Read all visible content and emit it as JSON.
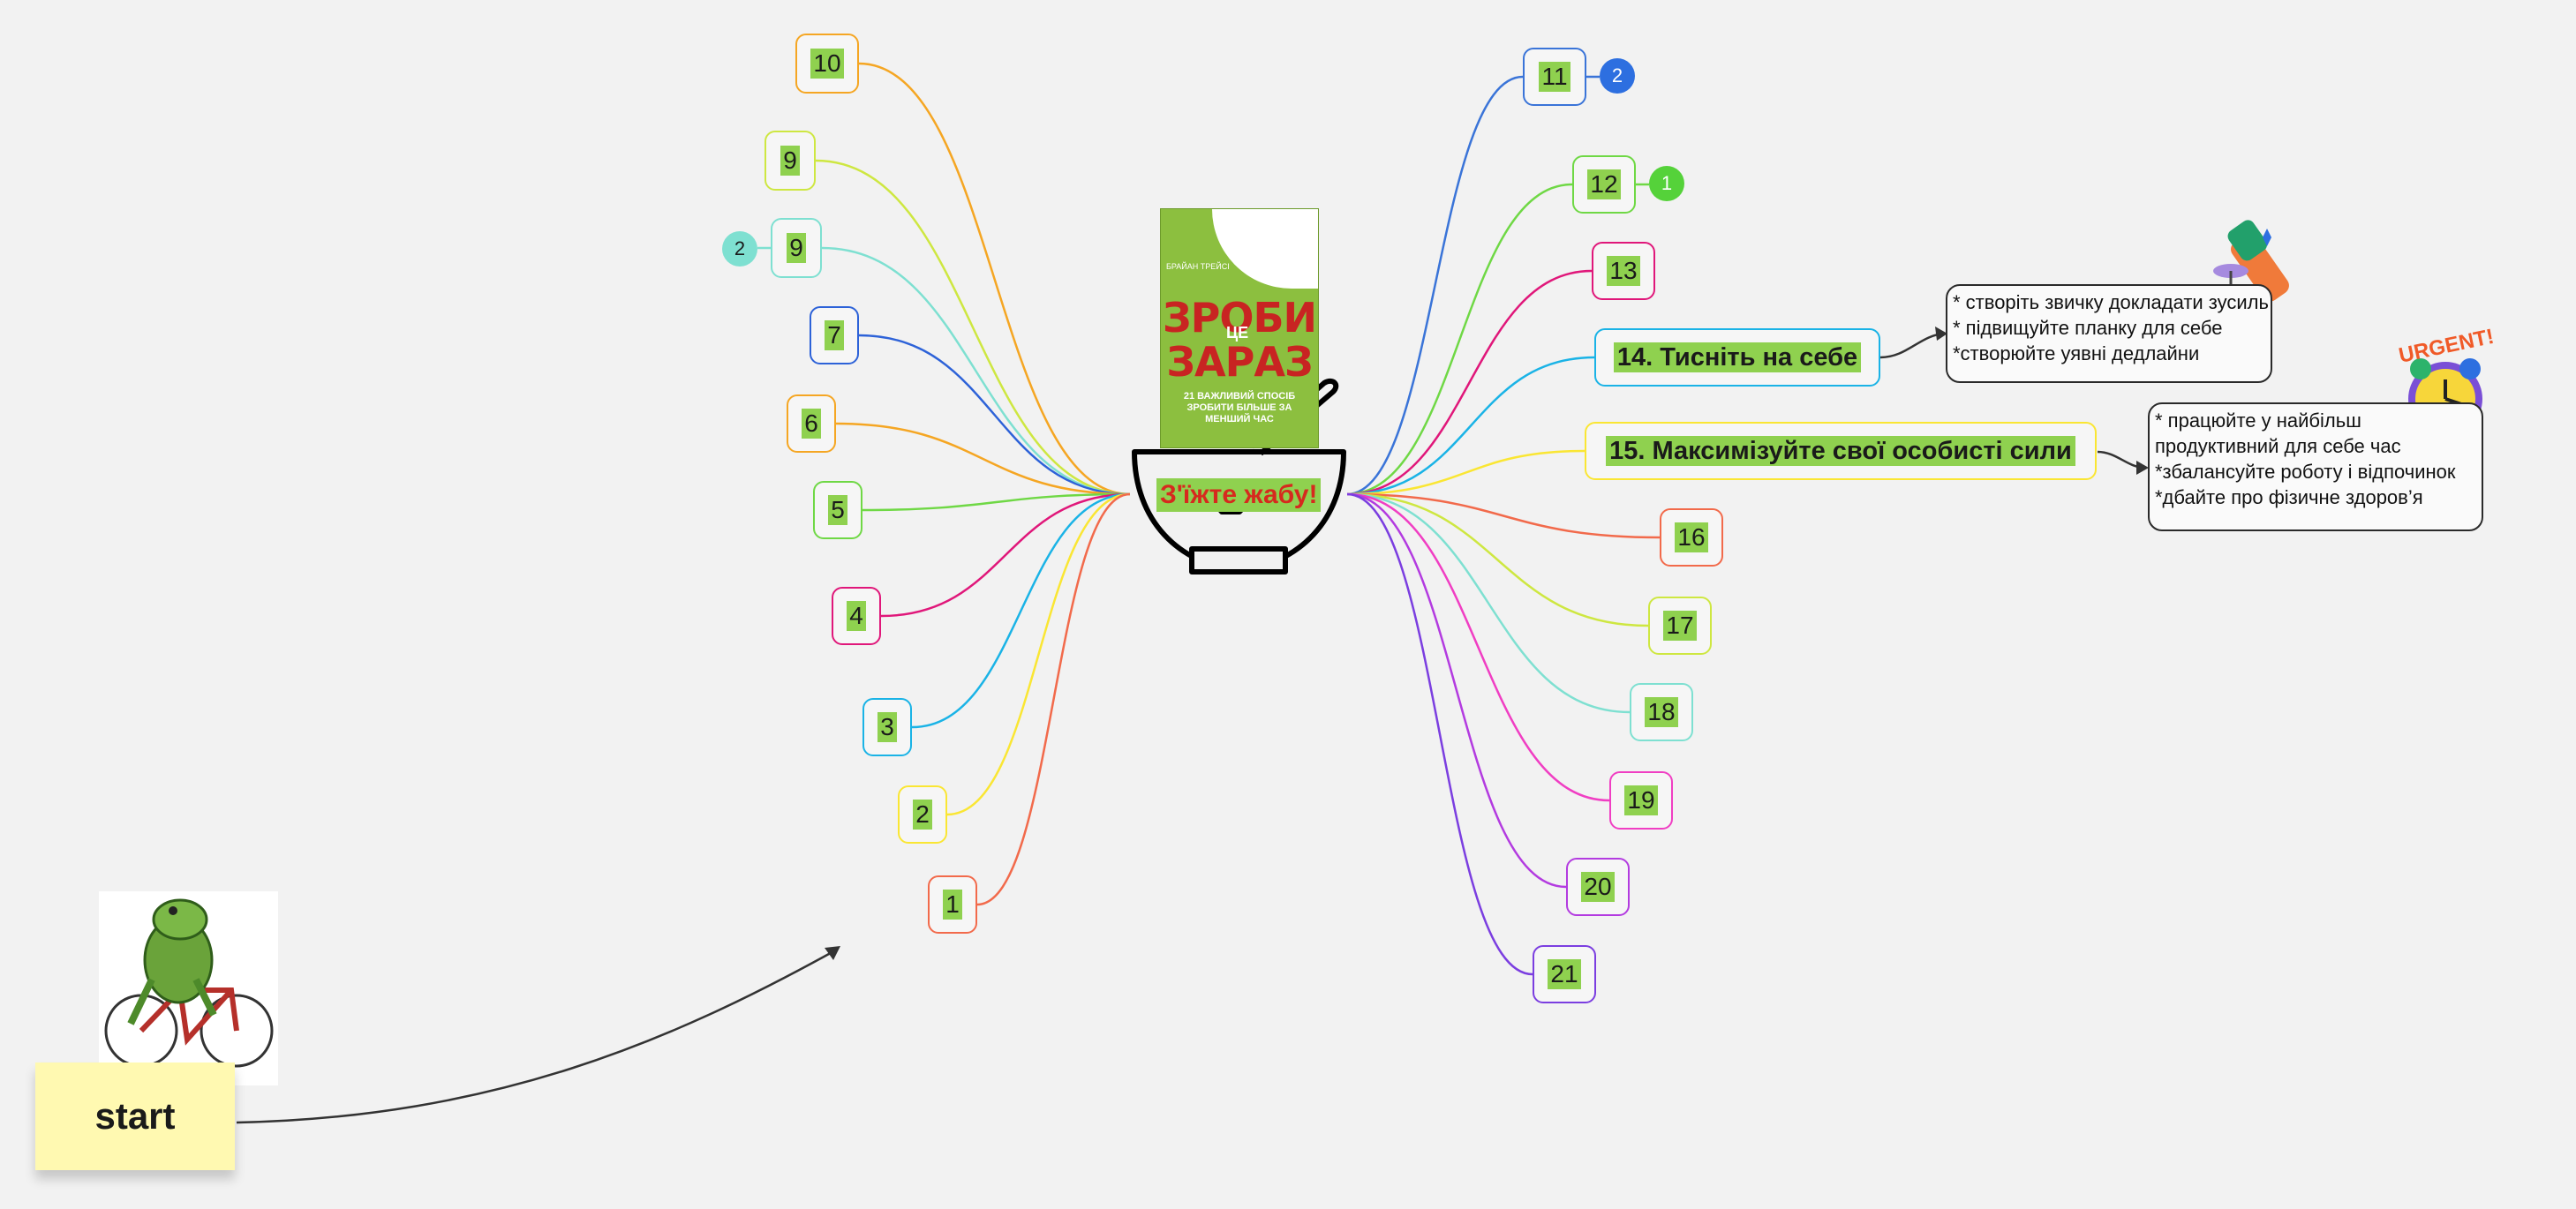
{
  "center": {
    "label": "З'їжте жабу!",
    "book": {
      "title_line1": "ЗРОБИ",
      "title_small": "ЦЕ",
      "title_line2": "ЗАРАЗ",
      "subtitle": "21 ВАЖЛИВИЙ СПОСІБ ЗРОБИТИ БІЛЬШЕ ЗА МЕНШИЙ ЧАС",
      "author": "БРАЙАН ТРЕЙСІ"
    }
  },
  "left_nodes": [
    {
      "label": "10",
      "color": "#f5a623"
    },
    {
      "label": "9",
      "color": "#cee741"
    },
    {
      "label": "9",
      "color": "#7ee0d1",
      "badge": "2",
      "badge_color": "#7ee0d1"
    },
    {
      "label": "7",
      "color": "#2d62d8"
    },
    {
      "label": "6",
      "color": "#f5a623"
    },
    {
      "label": "5",
      "color": "#6fd845"
    },
    {
      "label": "4",
      "color": "#e0177a"
    },
    {
      "label": "3",
      "color": "#1ab3e6"
    },
    {
      "label": "2",
      "color": "#fae633"
    },
    {
      "label": "1",
      "color": "#f26a4b"
    }
  ],
  "right_nodes": [
    {
      "label": "11",
      "color": "#3a74d8",
      "badge": "2",
      "badge_color": "#2d6fe0"
    },
    {
      "label": "12",
      "color": "#6fd845",
      "badge": "1",
      "badge_color": "#55d23a"
    },
    {
      "label": "13",
      "color": "#e0177a"
    },
    {
      "label": "14. Тисніть на себе",
      "color": "#1ab3e6"
    },
    {
      "label": "15. Максимізуйте свої особисті сили",
      "color": "#fae633"
    },
    {
      "label": "16",
      "color": "#f26a4b"
    },
    {
      "label": "17",
      "color": "#cee741"
    },
    {
      "label": "18",
      "color": "#7ee0d1"
    },
    {
      "label": "19",
      "color": "#f03ec3"
    },
    {
      "label": "20",
      "color": "#b33be0"
    },
    {
      "label": "21",
      "color": "#7b3ee0"
    }
  ],
  "notes": [
    {
      "lines": [
        "* створіть звичку докладати зусиль",
        "* підвищуйте планку для себе",
        "*створюйте уявні дедлайни"
      ]
    },
    {
      "lines": [
        "* працюйте у найбільш",
        "продуктивний для себе час",
        "*збалансуйте роботу і відпочинок",
        "*дбайте про фізичне здоров’я"
      ]
    }
  ],
  "stickers": {
    "urgent_text": "URGENT!"
  },
  "start": {
    "label": "start"
  }
}
